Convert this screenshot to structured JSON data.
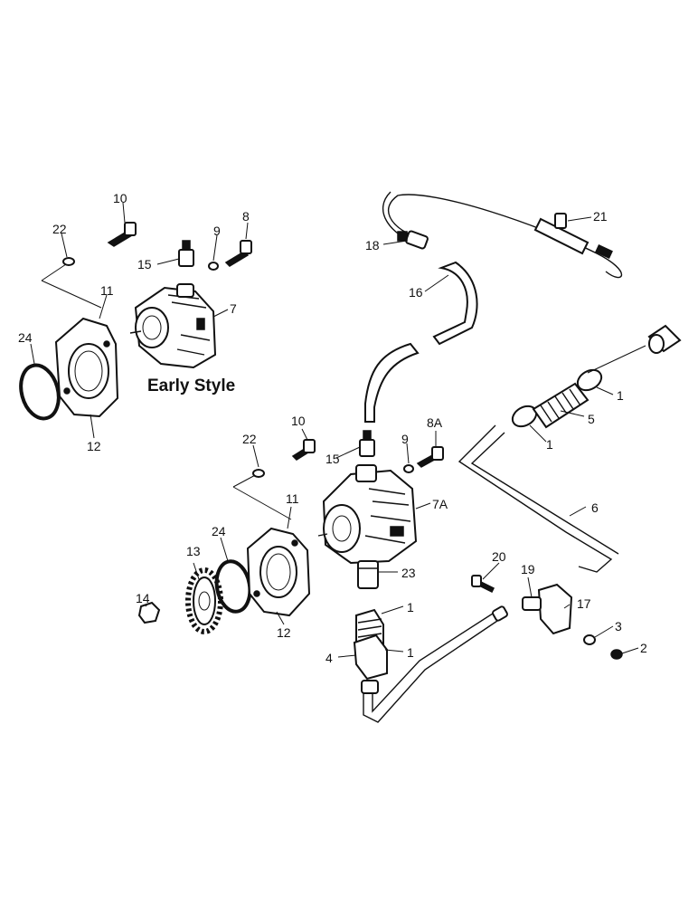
{
  "diagram": {
    "section_label": "Early Style",
    "callouts": {
      "c1a": "1",
      "c1b": "1",
      "c1c": "1",
      "c1d": "1",
      "c2": "2",
      "c3": "3",
      "c4": "4",
      "c5": "5",
      "c6": "6",
      "c7": "7",
      "c7a": "7A",
      "c8": "8",
      "c8a": "8A",
      "c9a": "9",
      "c9b": "9",
      "c10a": "10",
      "c10b": "10",
      "c11a": "11",
      "c11b": "11",
      "c12a": "12",
      "c12b": "12",
      "c13": "13",
      "c14": "14",
      "c15a": "15",
      "c15b": "15",
      "c16": "16",
      "c17": "17",
      "c18": "18",
      "c19": "19",
      "c20": "20",
      "c21": "21",
      "c22a": "22",
      "c22b": "22",
      "c23": "23",
      "c24a": "24",
      "c24b": "24"
    }
  }
}
